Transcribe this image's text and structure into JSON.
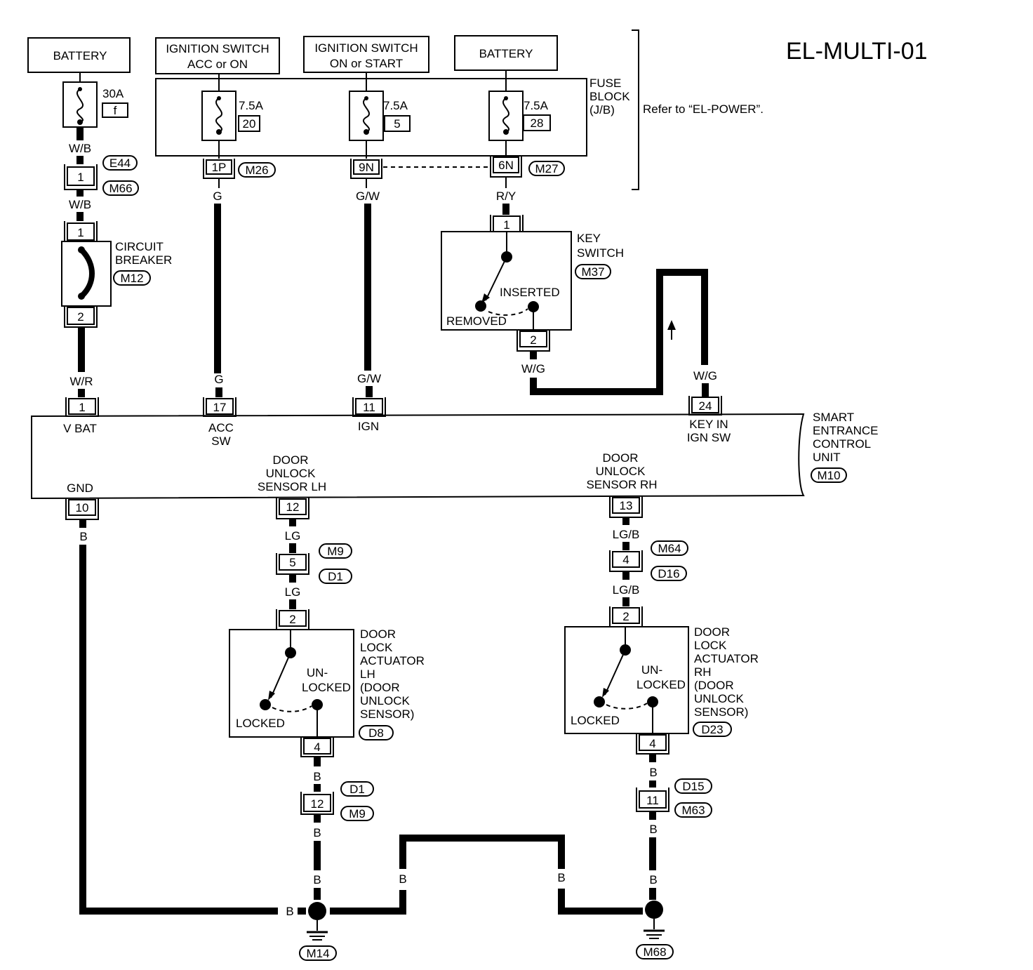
{
  "title": "EL-MULTI-01",
  "sources": {
    "battery_left": "BATTERY",
    "ign_acc_on_1": "IGNITION SWITCH",
    "ign_acc_on_2": "ACC or ON",
    "ign_on_start_1": "IGNITION SWITCH",
    "ign_on_start_2": "ON or START",
    "battery_right": "BATTERY"
  },
  "fuse_block": {
    "label1": "FUSE",
    "label2": "BLOCK",
    "label3": "(J/B)",
    "refer": "Refer to “EL-POWER”.",
    "fuses": [
      {
        "amps": "7.5A",
        "num": "20",
        "pin": "1P",
        "conn": "M26",
        "wire": "G"
      },
      {
        "amps": "7.5A",
        "num": "5",
        "pin": "9N",
        "wire": "G/W"
      },
      {
        "amps": "7.5A",
        "num": "28",
        "pin": "6N",
        "conn": "M27",
        "wire": "R/Y"
      }
    ]
  },
  "main_fuse": {
    "amps": "30A",
    "num": "f"
  },
  "left_branch": {
    "wire1": "W/B",
    "conn_pin": "1",
    "conn_a": "E44",
    "conn_b": "M66",
    "wire2": "W/B",
    "breaker_pin_top": "1",
    "breaker_pin_bottom": "2",
    "breaker_label1": "CIRCUIT",
    "breaker_label2": "BREAKER",
    "breaker_conn": "M12",
    "wire3": "W/R"
  },
  "key_switch": {
    "pin_top": "1",
    "label1": "KEY",
    "label2": "SWITCH",
    "conn": "M37",
    "inserted": "INSERTED",
    "removed": "REMOVED",
    "pin_bottom": "2",
    "wire_out": "W/G",
    "wire_in": "W/G"
  },
  "unit": {
    "label1": "SMART",
    "label2": "ENTRANCE",
    "label3": "CONTROL",
    "label4": "UNIT",
    "conn": "M10",
    "terminals": {
      "vbat_pin": "1",
      "vbat": "V BAT",
      "vbat_wire": "W/R",
      "acc_pin": "17",
      "acc1": "ACC",
      "acc2": "SW",
      "acc_wire": "G",
      "ign_pin": "11",
      "ign": "IGN",
      "ign_wire": "G/W",
      "keyin_pin": "24",
      "keyin1": "KEY IN",
      "keyin2": "IGN SW",
      "gnd_pin": "10",
      "gnd": "GND",
      "lh_pin": "12",
      "lh1": "DOOR",
      "lh2": "UNLOCK",
      "lh3": "SENSOR LH",
      "rh_pin": "13",
      "rh1": "DOOR",
      "rh2": "UNLOCK",
      "rh3": "SENSOR RH"
    }
  },
  "lh": {
    "wire1": "LG",
    "conn_pin": "5",
    "conn_a": "M9",
    "conn_b": "D1",
    "wire2": "LG",
    "pin_top": "2",
    "pin_bottom": "4",
    "l1": "DOOR",
    "l2": "LOCK",
    "l3": "ACTUATOR",
    "l4": "LH",
    "l5": "(DOOR",
    "l6": "UNLOCK",
    "l7": "SENSOR)",
    "conn": "D8",
    "un": "UN-",
    "locked_top": "LOCKED",
    "locked": "LOCKED",
    "wire3": "B",
    "conn2_pin": "12",
    "conn2_a": "D1",
    "conn2_b": "M9",
    "wire4": "B",
    "wire5": "B",
    "ground": "M14"
  },
  "rh": {
    "wire1": "LG/B",
    "conn_pin": "4",
    "conn_a": "M64",
    "conn_b": "D16",
    "wire2": "LG/B",
    "pin_top": "2",
    "pin_bottom": "4",
    "l1": "DOOR",
    "l2": "LOCK",
    "l3": "ACTUATOR",
    "l4": "RH",
    "l5": "(DOOR",
    "l6": "UNLOCK",
    "l7": "SENSOR)",
    "conn": "D23",
    "un": "UN-",
    "locked_top": "LOCKED",
    "locked": "LOCKED",
    "wire3": "B",
    "conn2_pin": "11",
    "conn2_a": "D15",
    "conn2_b": "M63",
    "wire4": "B",
    "wire5": "B",
    "ground": "M68"
  },
  "ground_wires": {
    "gnd_wire": "B",
    "gnd_join": "B",
    "cross_left": "B",
    "cross_right": "B"
  }
}
